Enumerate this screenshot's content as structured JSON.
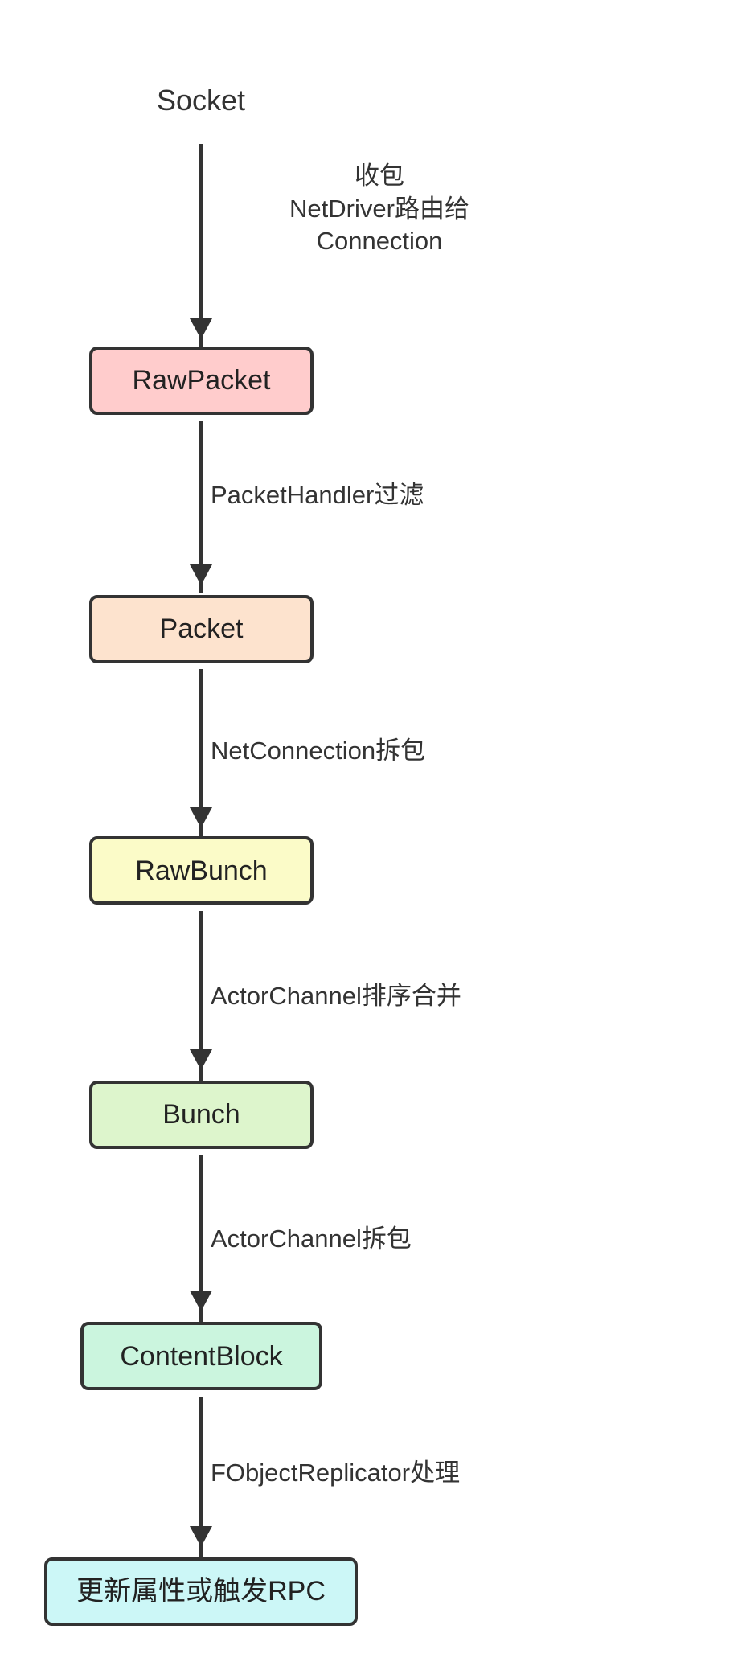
{
  "diagram": {
    "type": "flowchart",
    "direction": "top-to-bottom",
    "title": "",
    "background_color": "#ffffff",
    "stroke_color": "#333333",
    "nodes": [
      {
        "id": "socket",
        "label": "Socket",
        "shape": "plain-text",
        "fill": "none"
      },
      {
        "id": "rawpacket",
        "label": "RawPacket",
        "shape": "rounded-rect",
        "fill": "#ffcccc"
      },
      {
        "id": "packet",
        "label": "Packet",
        "shape": "rounded-rect",
        "fill": "#fde3ce"
      },
      {
        "id": "rawbunch",
        "label": "RawBunch",
        "shape": "rounded-rect",
        "fill": "#fbfbc8"
      },
      {
        "id": "bunch",
        "label": "Bunch",
        "shape": "rounded-rect",
        "fill": "#ddf5cc"
      },
      {
        "id": "contentblock",
        "label": "ContentBlock",
        "shape": "rounded-rect",
        "fill": "#cbf5de"
      },
      {
        "id": "update",
        "label": "更新属性或触发RPC",
        "shape": "rounded-rect",
        "fill": "#ccf7f7"
      }
    ],
    "edges": [
      {
        "from": "socket",
        "to": "rawpacket",
        "label": "收包\nNetDriver路由给\nConnection"
      },
      {
        "from": "rawpacket",
        "to": "packet",
        "label": "PacketHandler过滤"
      },
      {
        "from": "packet",
        "to": "rawbunch",
        "label": "NetConnection拆包"
      },
      {
        "from": "rawbunch",
        "to": "bunch",
        "label": "ActorChannel排序合并"
      },
      {
        "from": "bunch",
        "to": "contentblock",
        "label": "ActorChannel拆包"
      },
      {
        "from": "contentblock",
        "to": "update",
        "label": "FObjectReplicator处理"
      }
    ]
  }
}
